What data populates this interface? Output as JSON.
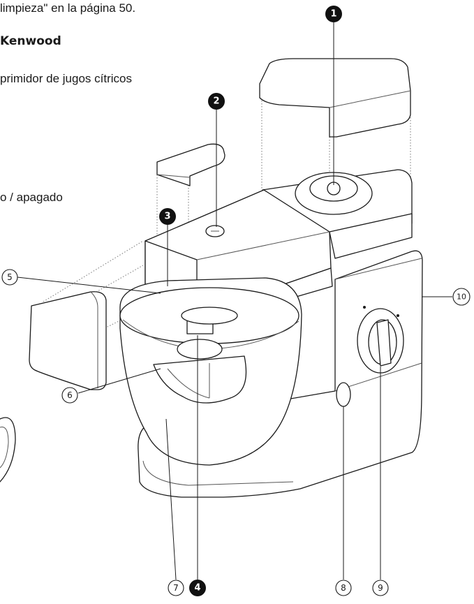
{
  "text_fragments": {
    "top_line": "limpieza\" en la página 50.",
    "brand": "Kenwood",
    "juicer": "primidor de jugos cítricos",
    "switch": "o / apagado"
  },
  "callouts": [
    {
      "id": "c1",
      "label": "1",
      "style": "filled"
    },
    {
      "id": "c2",
      "label": "2",
      "style": "filled"
    },
    {
      "id": "c3",
      "label": "3",
      "style": "filled"
    },
    {
      "id": "c4",
      "label": "4",
      "style": "filled"
    },
    {
      "id": "c5",
      "label": "5",
      "style": "outline"
    },
    {
      "id": "c6",
      "label": "6",
      "style": "outline"
    },
    {
      "id": "c7",
      "label": "7",
      "style": "outline"
    },
    {
      "id": "c8",
      "label": "8",
      "style": "outline"
    },
    {
      "id": "c9",
      "label": "9",
      "style": "outline"
    },
    {
      "id": "c10",
      "label": "10",
      "style": "outline"
    }
  ]
}
